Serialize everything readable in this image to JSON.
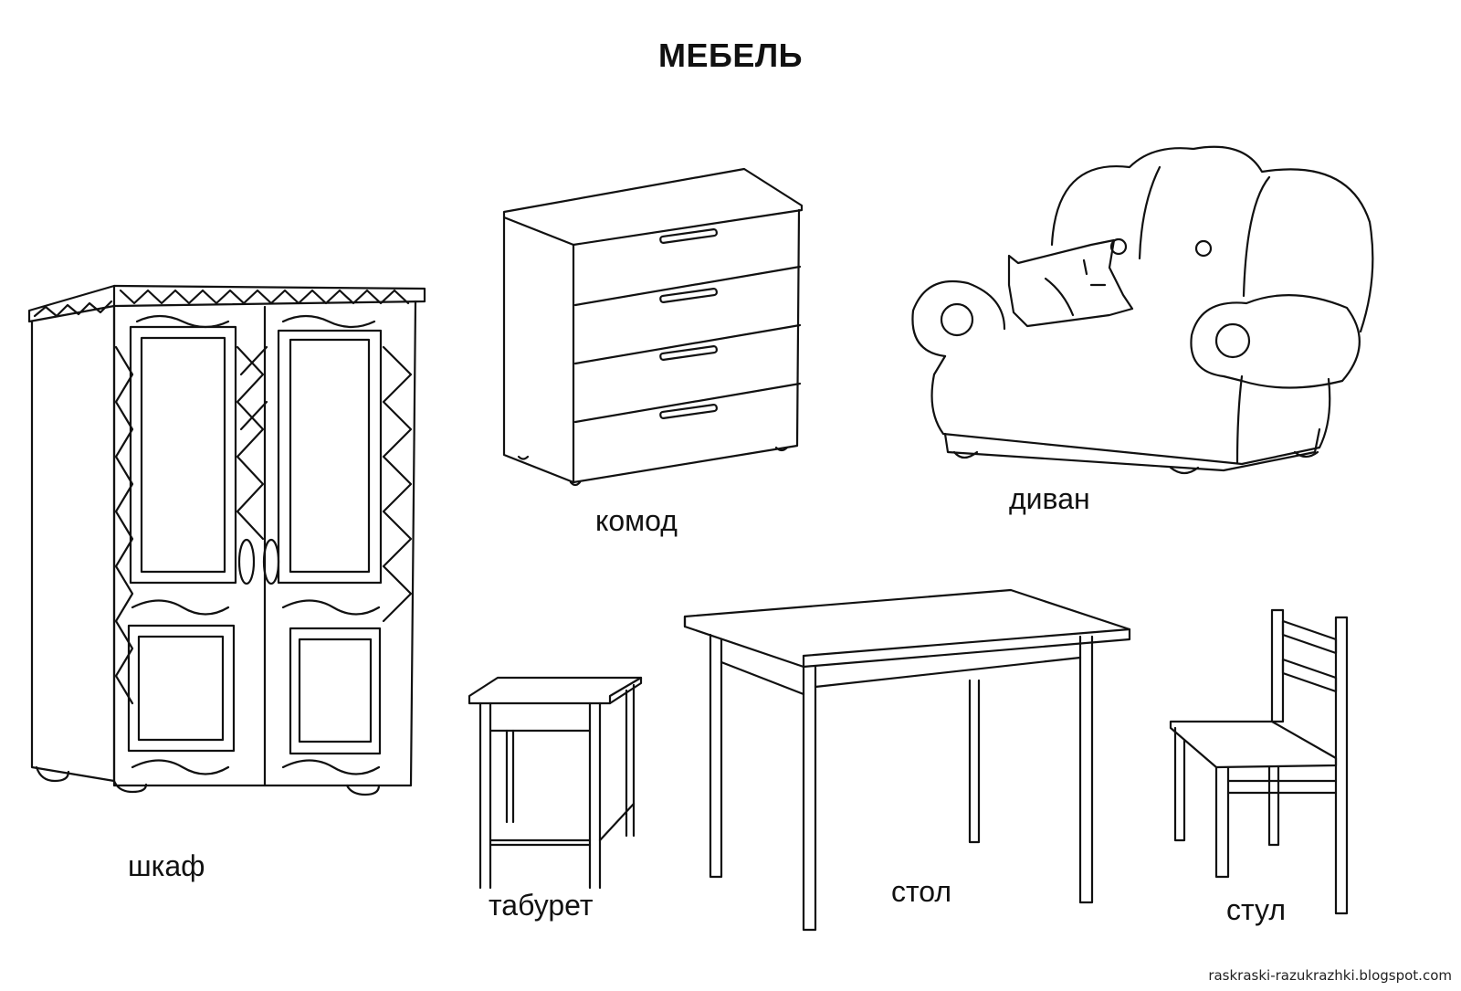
{
  "title": "МЕБЕЛЬ",
  "items": [
    {
      "id": "wardrobe",
      "label": "шкаф"
    },
    {
      "id": "chest-of-drawers",
      "label": "комод"
    },
    {
      "id": "sofa",
      "label": "диван"
    },
    {
      "id": "stool",
      "label": "табурет"
    },
    {
      "id": "table",
      "label": "стол"
    },
    {
      "id": "chair",
      "label": "стул"
    }
  ],
  "footer": {
    "source": "raskraski-razukrazhki.blogspot.com"
  }
}
